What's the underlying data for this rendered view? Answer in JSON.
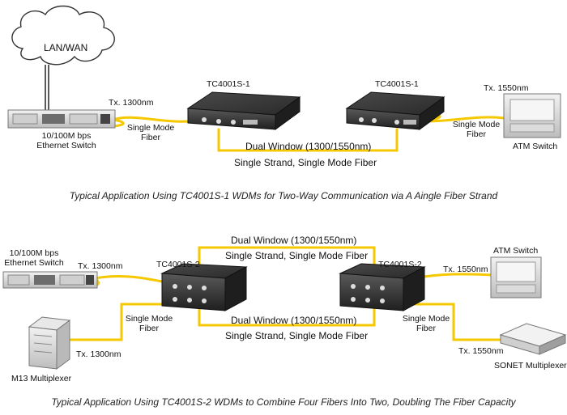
{
  "colors": {
    "fiber": "#f5c800",
    "device_dark": "#2d2d2d",
    "device_light": "#d6d6d6",
    "text": "#111111"
  },
  "top": {
    "cloud_label": "LAN/WAN",
    "wdm_left_label": "TC4001S-1",
    "wdm_right_label": "TC4001S-1",
    "tx_left": "Tx. 1300nm",
    "tx_right": "Tx. 1550nm",
    "smf_left": [
      "Single Mode",
      "Fiber"
    ],
    "smf_right": [
      "Single Mode",
      "Fiber"
    ],
    "switch_label": [
      "10/100M bps",
      "Ethernet Switch"
    ],
    "atm_label": "ATM Switch",
    "dual_window": "Dual Window (1300/1550nm)",
    "single_strand": "Single Strand, Single Mode Fiber",
    "caption": "Typical Application Using TC4001S-1 WDMs for Two-Way Communication via A Aingle Fiber Strand"
  },
  "bottom": {
    "switch_label": [
      "10/100M bps",
      "Ethernet Switch"
    ],
    "tx_switch": "Tx. 1300nm",
    "wdm_left_label": "TC4001S-2",
    "wdm_right_label": "TC4001S-2",
    "dual_window_top": "Dual Window (1300/1550nm)",
    "single_strand_top": "Single Strand, Single Mode Fiber",
    "dual_window_bottom": "Dual Window (1300/1550nm)",
    "single_strand_bottom": "Single Strand, Single Mode Fiber",
    "atm_label": "ATM Switch",
    "tx_atm": "Tx. 1550nm",
    "smf_left": [
      "Single Mode",
      "Fiber"
    ],
    "smf_right": [
      "Single Mode",
      "Fiber"
    ],
    "tx_m13": "Tx. 1300nm",
    "m13_label": "M13 Multiplexer",
    "tx_sonet": "Tx. 1550nm",
    "sonet_label": "SONET Multiplexer",
    "caption": "Typical Application Using TC4001S-2 WDMs to Combine Four Fibers Into Two, Doubling The Fiber Capacity"
  }
}
